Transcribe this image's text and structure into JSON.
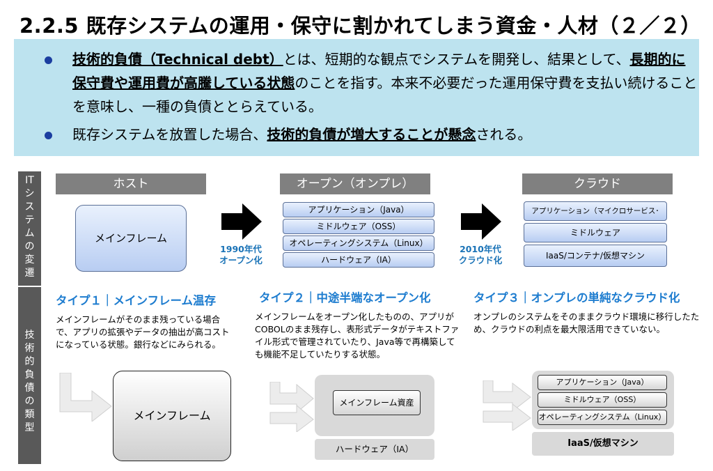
{
  "title": "2.2.5 既存システムの運用・保守に割かれてしまう資金・人材（２／２）",
  "bullet1": {
    "p1": "技術的負債（Technical debt）",
    "p2": "とは、短期的な観点でシステムを開発し、結果として、",
    "p3": "長期的に保守費や運用費が高騰している状態",
    "p4": "のことを指す。本来不必要だった運用保守費を支払い続けることを意味し、一種の負債ととらえている。"
  },
  "bullet2": {
    "p1": "既存システムを放置した場合、",
    "p2": "技術的負債が増大することが懸念",
    "p3": "される。"
  },
  "side_top": [
    "IT",
    "シ",
    "ス",
    "テ",
    "ム",
    "の",
    "変",
    "遷"
  ],
  "side_bottom": [
    "技",
    "術",
    "的",
    "負",
    "債",
    "の",
    "類",
    "型"
  ],
  "evolution": {
    "host_header": "ホスト",
    "host_box": "メインフレーム",
    "open_header": "オープン（オンプレ）",
    "open_layers": [
      "アプリケーション（Java）",
      "ミドルウェア（OSS）",
      "オペレーティングシステム（Linux）",
      "ハードウェア（IA）"
    ],
    "arrow1_label": [
      "1990年代",
      "オープン化"
    ],
    "cloud_header": "クラウド",
    "cloud_layers": [
      "アプリケーション（マイクロサービス･API）",
      "ミドルウェア",
      "IaaS/コンテナ/仮想マシン"
    ],
    "arrow2_label": [
      "2010年代",
      "クラウド化"
    ]
  },
  "types": [
    {
      "title": "タイプ１｜メインフレーム温存",
      "desc": "メインフレームがそのまま残っている場合で、アプリの拡張やデータの抽出が高コストになっている状態。銀行などにみられる。",
      "box": "メインフレーム"
    },
    {
      "title": "タイプ２｜中途半端なオープン化",
      "desc": "メインフレームをオープン化したものの、アプリがCOBOLのまま残存し、表形式データがテキストファイル形式で管理されていたり、Java等で再構築しても機能不足していたりする状態。",
      "inner": "メインフレーム資産",
      "base": "ハードウェア（IA）"
    },
    {
      "title": "タイプ３｜オンプレの単純なクラウド化",
      "desc": "オンプレのシステムをそのままクラウド環境に移行したため、クラウドの利点を最大限活用できていない。",
      "layers": [
        "アプリケーション（Java）",
        "ミドルウェア（OSS）",
        "オペレーティングシステム（Linux）"
      ],
      "base": "IaaS/仮想マシン"
    }
  ],
  "colors": {
    "accent_blue": "#1d7ccf",
    "header_gray": "#808080",
    "banner_blue": "#bde3ef"
  }
}
